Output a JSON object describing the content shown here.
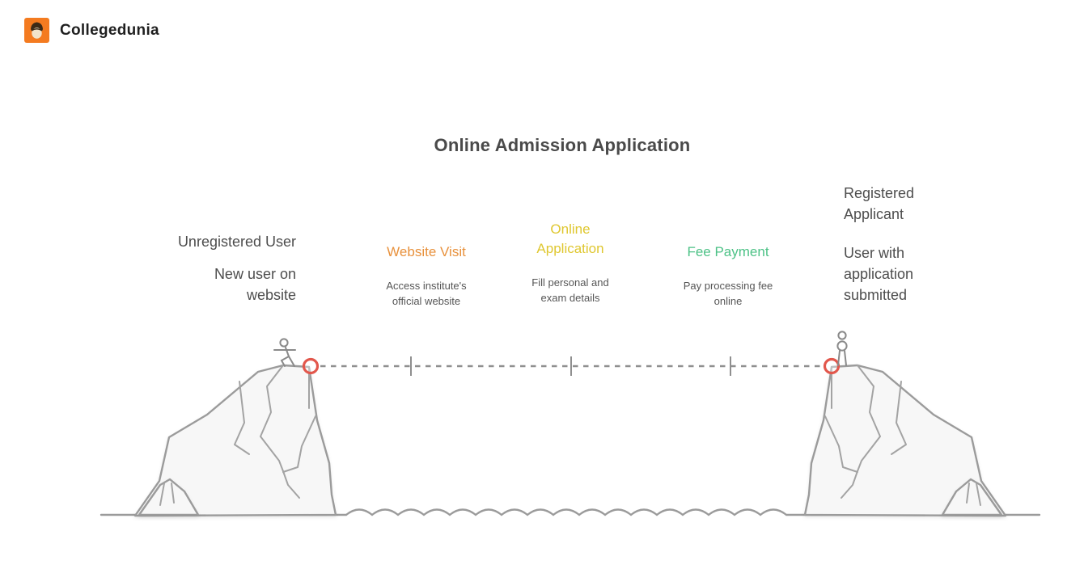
{
  "brand": {
    "name": "Collegedunia",
    "logo_icon": "collegedunia-mascot-icon"
  },
  "diagram": {
    "title": "Online Admission Application",
    "stages": [
      {
        "id": "unregistered-user",
        "heading_lines": [
          "Unregistered User"
        ],
        "body_lines": [
          "New user on",
          "website"
        ],
        "heading_color": "#4d4d4d"
      },
      {
        "id": "website-visit",
        "heading_lines": [
          "Website Visit"
        ],
        "body_lines": [
          "Access institute's",
          "official website"
        ],
        "heading_color": "#e8913c"
      },
      {
        "id": "online-application",
        "heading_lines": [
          "Online",
          "Application"
        ],
        "body_lines": [
          "Fill personal and",
          "exam details"
        ],
        "heading_color": "#dfc72f"
      },
      {
        "id": "fee-payment",
        "heading_lines": [
          "Fee Payment"
        ],
        "body_lines": [
          "Pay processing fee",
          "online"
        ],
        "heading_color": "#4ec287"
      },
      {
        "id": "registered-applicant",
        "heading_lines": [
          "Registered",
          "Applicant"
        ],
        "body_lines": [
          "User with",
          "application",
          "submitted"
        ],
        "heading_color": "#4d4d4d"
      }
    ]
  },
  "colors": {
    "brand_orange": "#f47b20",
    "title_text": "#4a4a4a",
    "stage_orange": "#e8913c",
    "stage_yellow": "#dfc72f",
    "stage_green": "#4ec287",
    "body_gray": "#565656",
    "illustration_stroke": "#9b9b9b",
    "illustration_fill": "#f7f7f7",
    "marker_red": "#e2574c"
  }
}
